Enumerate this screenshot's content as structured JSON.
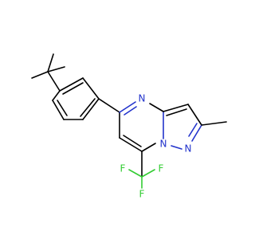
{
  "molecule": {
    "atoms": {
      "n_ring_top": {
        "symbol": "N",
        "color": "#2233cc"
      },
      "n_bridge": {
        "symbol": "N",
        "color": "#2233cc"
      },
      "n_pyrazole": {
        "symbol": "N",
        "color": "#2233cc"
      },
      "f_left": {
        "symbol": "F",
        "color": "#33cc33"
      },
      "f_right": {
        "symbol": "F",
        "color": "#33cc33"
      },
      "f_bottom": {
        "symbol": "F",
        "color": "#33cc33"
      }
    }
  }
}
